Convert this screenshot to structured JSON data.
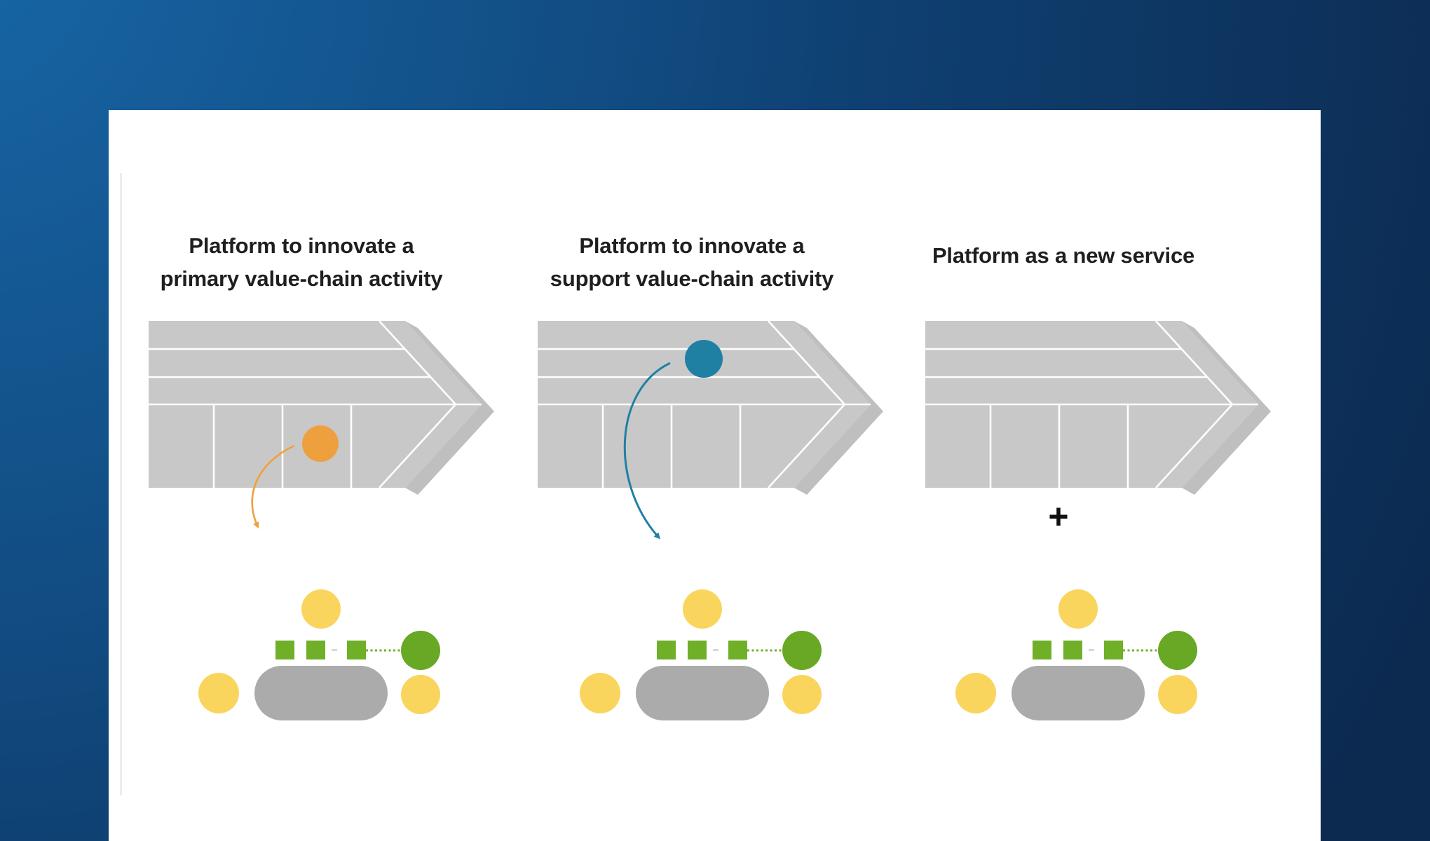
{
  "slide": {
    "type": "presentation-slide",
    "background": "white on dark blue gradient desktop"
  },
  "panels": [
    {
      "id": "primary-value-chain",
      "title_line1": "Platform to innovate a",
      "title_line2": "primary value-chain activity",
      "highlight": {
        "shape": "circle",
        "color": "#efa03e",
        "location": "primary-activity-cell"
      },
      "connector": "curved arrow from highlighted cell down to platform model"
    },
    {
      "id": "support-value-chain",
      "title_line1": "Platform to innovate a",
      "title_line2": "support value-chain activity",
      "highlight": {
        "shape": "circle",
        "color": "#1f80a4",
        "location": "support-activity-row"
      },
      "connector": "curved arrow from highlighted row down to platform model"
    },
    {
      "id": "new-service",
      "title_line1": "Platform as a new service",
      "title_line2": "",
      "plus_sign": "+",
      "connector": "plus sign between value chain and platform model"
    }
  ],
  "icons": [
    "value-chain-arrow-icon",
    "platform-network-icon",
    "curved-arrow-icon",
    "plus-icon"
  ],
  "colors": {
    "background_top_left": "#1766a6",
    "background_mid": "#0f4173",
    "background_dark": "#0c2a50",
    "slide": "#ffffff",
    "edge_line": "#ededed",
    "chain_fill": "#c8c8c8",
    "chain_shadow": "#bfbfbf",
    "chain_grid": "#ffffff",
    "highlight_orange": "#efa03e",
    "highlight_teal": "#1f80a4",
    "node_yellow": "#fad55e",
    "node_green_square": "#70af28",
    "node_green_circle": "#68a824",
    "platform_gray": "#ababab",
    "faint_dash": "#d9d9d9",
    "title_text": "#1f1f1f",
    "plus": "#111111"
  }
}
